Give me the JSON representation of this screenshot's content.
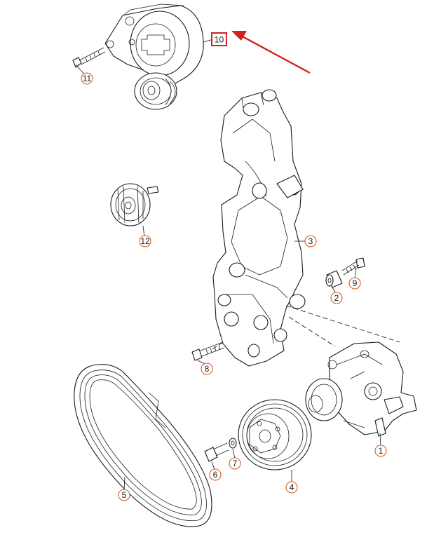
{
  "callouts": [
    {
      "id": "1",
      "label": "1"
    },
    {
      "id": "2",
      "label": "2"
    },
    {
      "id": "3",
      "label": "3"
    },
    {
      "id": "4",
      "label": "4"
    },
    {
      "id": "5",
      "label": "5"
    },
    {
      "id": "6",
      "label": "6"
    },
    {
      "id": "7",
      "label": "7"
    },
    {
      "id": "8",
      "label": "8"
    },
    {
      "id": "9",
      "label": "9"
    },
    {
      "id": "10",
      "label": "10"
    },
    {
      "id": "11",
      "label": "11"
    },
    {
      "id": "12",
      "label": "12"
    }
  ],
  "highlight": {
    "label": "10",
    "color": "#d21f1f"
  },
  "colors": {
    "callout_ring": "#e05a1a",
    "line": "#1a1a1a",
    "highlight": "#d21f1f"
  }
}
